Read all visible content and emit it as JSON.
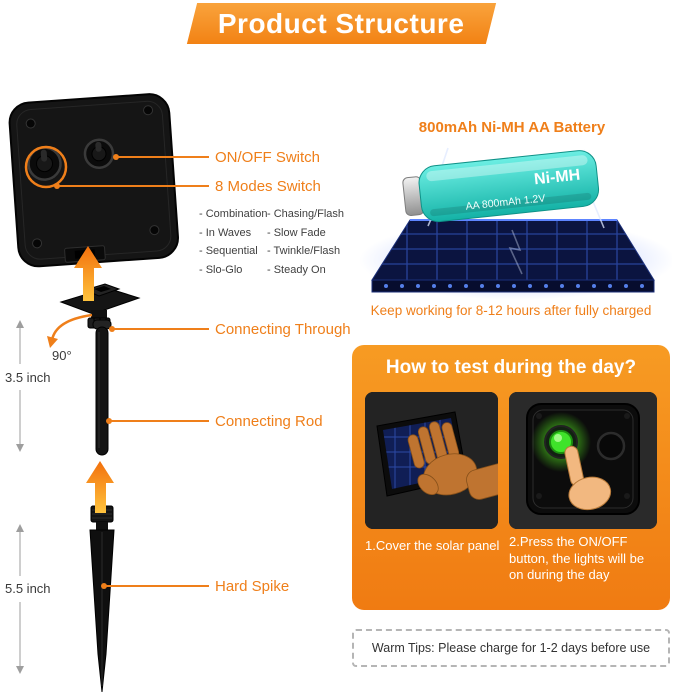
{
  "header": {
    "title": "Product Structure"
  },
  "left": {
    "onoff_switch_label": "ON/OFF  Switch",
    "modes_switch_label": "8 Modes Switch",
    "modes_col1": [
      "- Combination",
      "- In Waves",
      "- Sequential",
      "- Slo-Glo"
    ],
    "modes_col2": [
      "- Chasing/Flash",
      "- Slow Fade",
      "- Twinkle/Flash",
      "- Steady On"
    ],
    "angle_label": "90°",
    "connecting_through_label": "Connecting Through",
    "rod_length_label": "3.5 inch",
    "connecting_rod_label": "Connecting Rod",
    "spike_length_label": "5.5 inch",
    "hard_spike_label": "Hard Spike"
  },
  "right": {
    "battery_title": "800mAh Ni-MH AA Battery",
    "battery_text_1": "Ni-MH",
    "battery_text_2": "AA 800mAh 1.2V",
    "charge_caption": "Keep working for 8-12 hours after fully charged",
    "test": {
      "title": "How to test during the day?",
      "step1": "1.Cover the solar panel",
      "step2": "2.Press the ON/OFF button, the lights will be on during the day"
    },
    "warm_tips": "Warm Tips: Please charge for 1-2 days before use"
  },
  "colors": {
    "accent_orange": "#ef7f1a",
    "banner_orange": "#f28214",
    "panel_orange": "#f58220",
    "battery_teal": "#2ed0c4",
    "solar_blue": "#0b1440",
    "device_black": "#151515"
  }
}
